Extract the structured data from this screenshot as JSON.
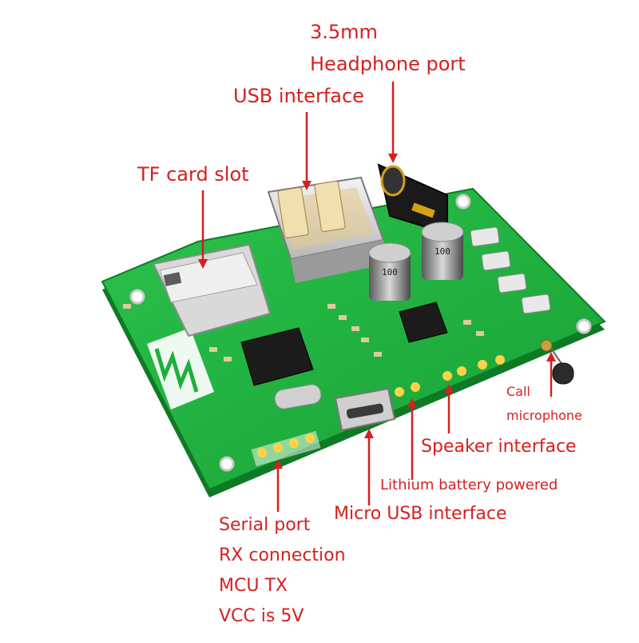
{
  "labels": {
    "headphone_line1": "3.5mm",
    "headphone_line2": "Headphone port",
    "usb": "USB interface",
    "tf_card": "TF card slot",
    "call_mic_line1": "Call",
    "call_mic_line2": "microphone",
    "speaker": "Speaker interface",
    "lithium": "Lithium battery powered",
    "micro_usb": "Micro USB interface",
    "serial_line1": "Serial port",
    "serial_line2": "RX connection",
    "serial_line3": "MCU TX",
    "serial_line4": "VCC is 5V"
  },
  "colors": {
    "label": "#d42020",
    "pcb": "#1fae3c",
    "pcb_dark": "#138a2b"
  }
}
